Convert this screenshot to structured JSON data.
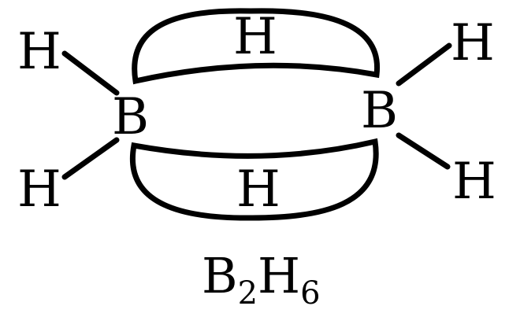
{
  "atoms": {
    "h_terminal_top_left": "H",
    "h_terminal_bottom_left": "H",
    "h_terminal_top_right": "H",
    "h_terminal_bottom_right": "H",
    "h_bridge_top": "H",
    "h_bridge_bottom": "H",
    "boron_left": "B",
    "boron_right": "B"
  },
  "formula": {
    "symbol_1": "B",
    "count_1": "2",
    "symbol_2": "H",
    "count_2": "6"
  }
}
